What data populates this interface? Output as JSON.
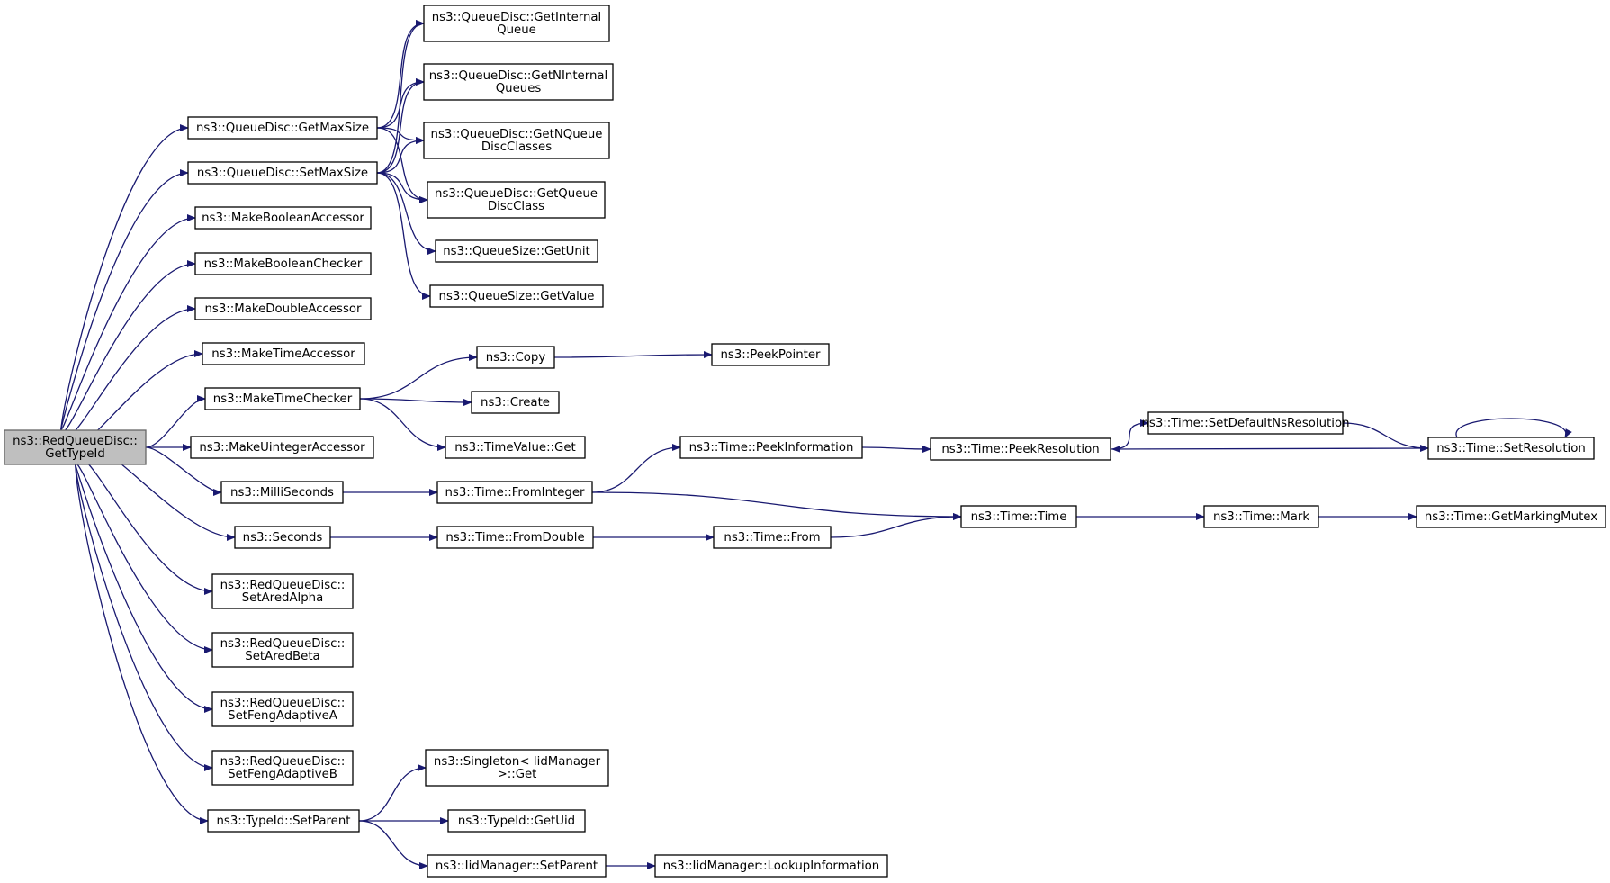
{
  "graph": {
    "edge_color": "#191970",
    "root_fill": "#bfbfbf",
    "nodes": [
      {
        "id": "root",
        "lines": [
          "ns3::RedQueueDisc::",
          "GetTypeId"
        ],
        "root": true
      },
      {
        "id": "getMaxSize",
        "lines": [
          "ns3::QueueDisc::GetMaxSize"
        ]
      },
      {
        "id": "setMaxSize",
        "lines": [
          "ns3::QueueDisc::SetMaxSize"
        ]
      },
      {
        "id": "mkBoolAcc",
        "lines": [
          "ns3::MakeBooleanAccessor"
        ]
      },
      {
        "id": "mkBoolChk",
        "lines": [
          "ns3::MakeBooleanChecker"
        ]
      },
      {
        "id": "mkDblAcc",
        "lines": [
          "ns3::MakeDoubleAccessor"
        ]
      },
      {
        "id": "mkTimeAcc",
        "lines": [
          "ns3::MakeTimeAccessor"
        ]
      },
      {
        "id": "mkTimeChk",
        "lines": [
          "ns3::MakeTimeChecker"
        ]
      },
      {
        "id": "mkUintAcc",
        "lines": [
          "ns3::MakeUintegerAccessor"
        ]
      },
      {
        "id": "milliSec",
        "lines": [
          "ns3::MilliSeconds"
        ]
      },
      {
        "id": "seconds",
        "lines": [
          "ns3::Seconds"
        ]
      },
      {
        "id": "aredAlpha",
        "lines": [
          "ns3::RedQueueDisc::",
          "SetAredAlpha"
        ]
      },
      {
        "id": "aredBeta",
        "lines": [
          "ns3::RedQueueDisc::",
          "SetAredBeta"
        ]
      },
      {
        "id": "fengA",
        "lines": [
          "ns3::RedQueueDisc::",
          "SetFengAdaptiveA"
        ]
      },
      {
        "id": "fengB",
        "lines": [
          "ns3::RedQueueDisc::",
          "SetFengAdaptiveB"
        ]
      },
      {
        "id": "tidSetParent",
        "lines": [
          "ns3::TypeId::SetParent"
        ]
      },
      {
        "id": "getIntQ",
        "lines": [
          "ns3::QueueDisc::GetInternal",
          "Queue"
        ]
      },
      {
        "id": "getNIntQ",
        "lines": [
          "ns3::QueueDisc::GetNInternal",
          "Queues"
        ]
      },
      {
        "id": "getNQDC",
        "lines": [
          "ns3::QueueDisc::GetNQueue",
          "DiscClasses"
        ]
      },
      {
        "id": "getQDC",
        "lines": [
          "ns3::QueueDisc::GetQueue",
          "DiscClass"
        ]
      },
      {
        "id": "qsUnit",
        "lines": [
          "ns3::QueueSize::GetUnit"
        ]
      },
      {
        "id": "qsValue",
        "lines": [
          "ns3::QueueSize::GetValue"
        ]
      },
      {
        "id": "copy",
        "lines": [
          "ns3::Copy"
        ]
      },
      {
        "id": "create",
        "lines": [
          "ns3::Create"
        ]
      },
      {
        "id": "tvGet",
        "lines": [
          "ns3::TimeValue::Get"
        ]
      },
      {
        "id": "peekPtr",
        "lines": [
          "ns3::PeekPointer"
        ]
      },
      {
        "id": "fromInt",
        "lines": [
          "ns3::Time::FromInteger"
        ]
      },
      {
        "id": "fromDbl",
        "lines": [
          "ns3::Time::FromDouble"
        ]
      },
      {
        "id": "peekInfo",
        "lines": [
          "ns3::Time::PeekInformation"
        ]
      },
      {
        "id": "peekRes",
        "lines": [
          "ns3::Time::PeekResolution"
        ]
      },
      {
        "id": "setDefNs",
        "lines": [
          "ns3::Time::SetDefaultNsResolution"
        ]
      },
      {
        "id": "setRes",
        "lines": [
          "ns3::Time::SetResolution"
        ]
      },
      {
        "id": "timeFrom",
        "lines": [
          "ns3::Time::From"
        ]
      },
      {
        "id": "timeCtor",
        "lines": [
          "ns3::Time::Time"
        ]
      },
      {
        "id": "timeMark",
        "lines": [
          "ns3::Time::Mark"
        ]
      },
      {
        "id": "markMutex",
        "lines": [
          "ns3::Time::GetMarkingMutex"
        ]
      },
      {
        "id": "singletonGet",
        "lines": [
          "ns3::Singleton< IidManager",
          " >::Get"
        ]
      },
      {
        "id": "getUid",
        "lines": [
          "ns3::TypeId::GetUid"
        ]
      },
      {
        "id": "iidSetParent",
        "lines": [
          "ns3::IidManager::SetParent"
        ]
      },
      {
        "id": "lookupInfo",
        "lines": [
          "ns3::IidManager::LookupInformation"
        ]
      }
    ],
    "edges": [
      [
        "root",
        "getMaxSize"
      ],
      [
        "root",
        "setMaxSize"
      ],
      [
        "root",
        "mkBoolAcc"
      ],
      [
        "root",
        "mkBoolChk"
      ],
      [
        "root",
        "mkDblAcc"
      ],
      [
        "root",
        "mkTimeAcc"
      ],
      [
        "root",
        "mkTimeChk"
      ],
      [
        "root",
        "mkUintAcc"
      ],
      [
        "root",
        "milliSec"
      ],
      [
        "root",
        "seconds"
      ],
      [
        "root",
        "aredAlpha"
      ],
      [
        "root",
        "aredBeta"
      ],
      [
        "root",
        "fengA"
      ],
      [
        "root",
        "fengB"
      ],
      [
        "root",
        "tidSetParent"
      ],
      [
        "getMaxSize",
        "getIntQ"
      ],
      [
        "getMaxSize",
        "getNIntQ"
      ],
      [
        "getMaxSize",
        "getNQDC"
      ],
      [
        "getMaxSize",
        "getQDC"
      ],
      [
        "setMaxSize",
        "getIntQ"
      ],
      [
        "setMaxSize",
        "getNIntQ"
      ],
      [
        "setMaxSize",
        "getNQDC"
      ],
      [
        "setMaxSize",
        "getQDC"
      ],
      [
        "setMaxSize",
        "qsUnit"
      ],
      [
        "setMaxSize",
        "qsValue"
      ],
      [
        "mkTimeChk",
        "copy"
      ],
      [
        "mkTimeChk",
        "create"
      ],
      [
        "mkTimeChk",
        "tvGet"
      ],
      [
        "copy",
        "peekPtr"
      ],
      [
        "milliSec",
        "fromInt"
      ],
      [
        "seconds",
        "fromDbl"
      ],
      [
        "fromInt",
        "peekInfo"
      ],
      [
        "fromInt",
        "timeCtor"
      ],
      [
        "fromDbl",
        "timeFrom"
      ],
      [
        "timeFrom",
        "timeCtor"
      ],
      [
        "peekInfo",
        "peekRes"
      ],
      [
        "peekRes",
        "setDefNs"
      ],
      [
        "setDefNs",
        "setRes"
      ],
      [
        "setRes",
        "peekRes"
      ],
      [
        "setRes",
        "setRes"
      ],
      [
        "timeCtor",
        "timeMark"
      ],
      [
        "timeMark",
        "markMutex"
      ],
      [
        "tidSetParent",
        "singletonGet"
      ],
      [
        "tidSetParent",
        "getUid"
      ],
      [
        "tidSetParent",
        "iidSetParent"
      ],
      [
        "iidSetParent",
        "lookupInfo"
      ]
    ]
  }
}
